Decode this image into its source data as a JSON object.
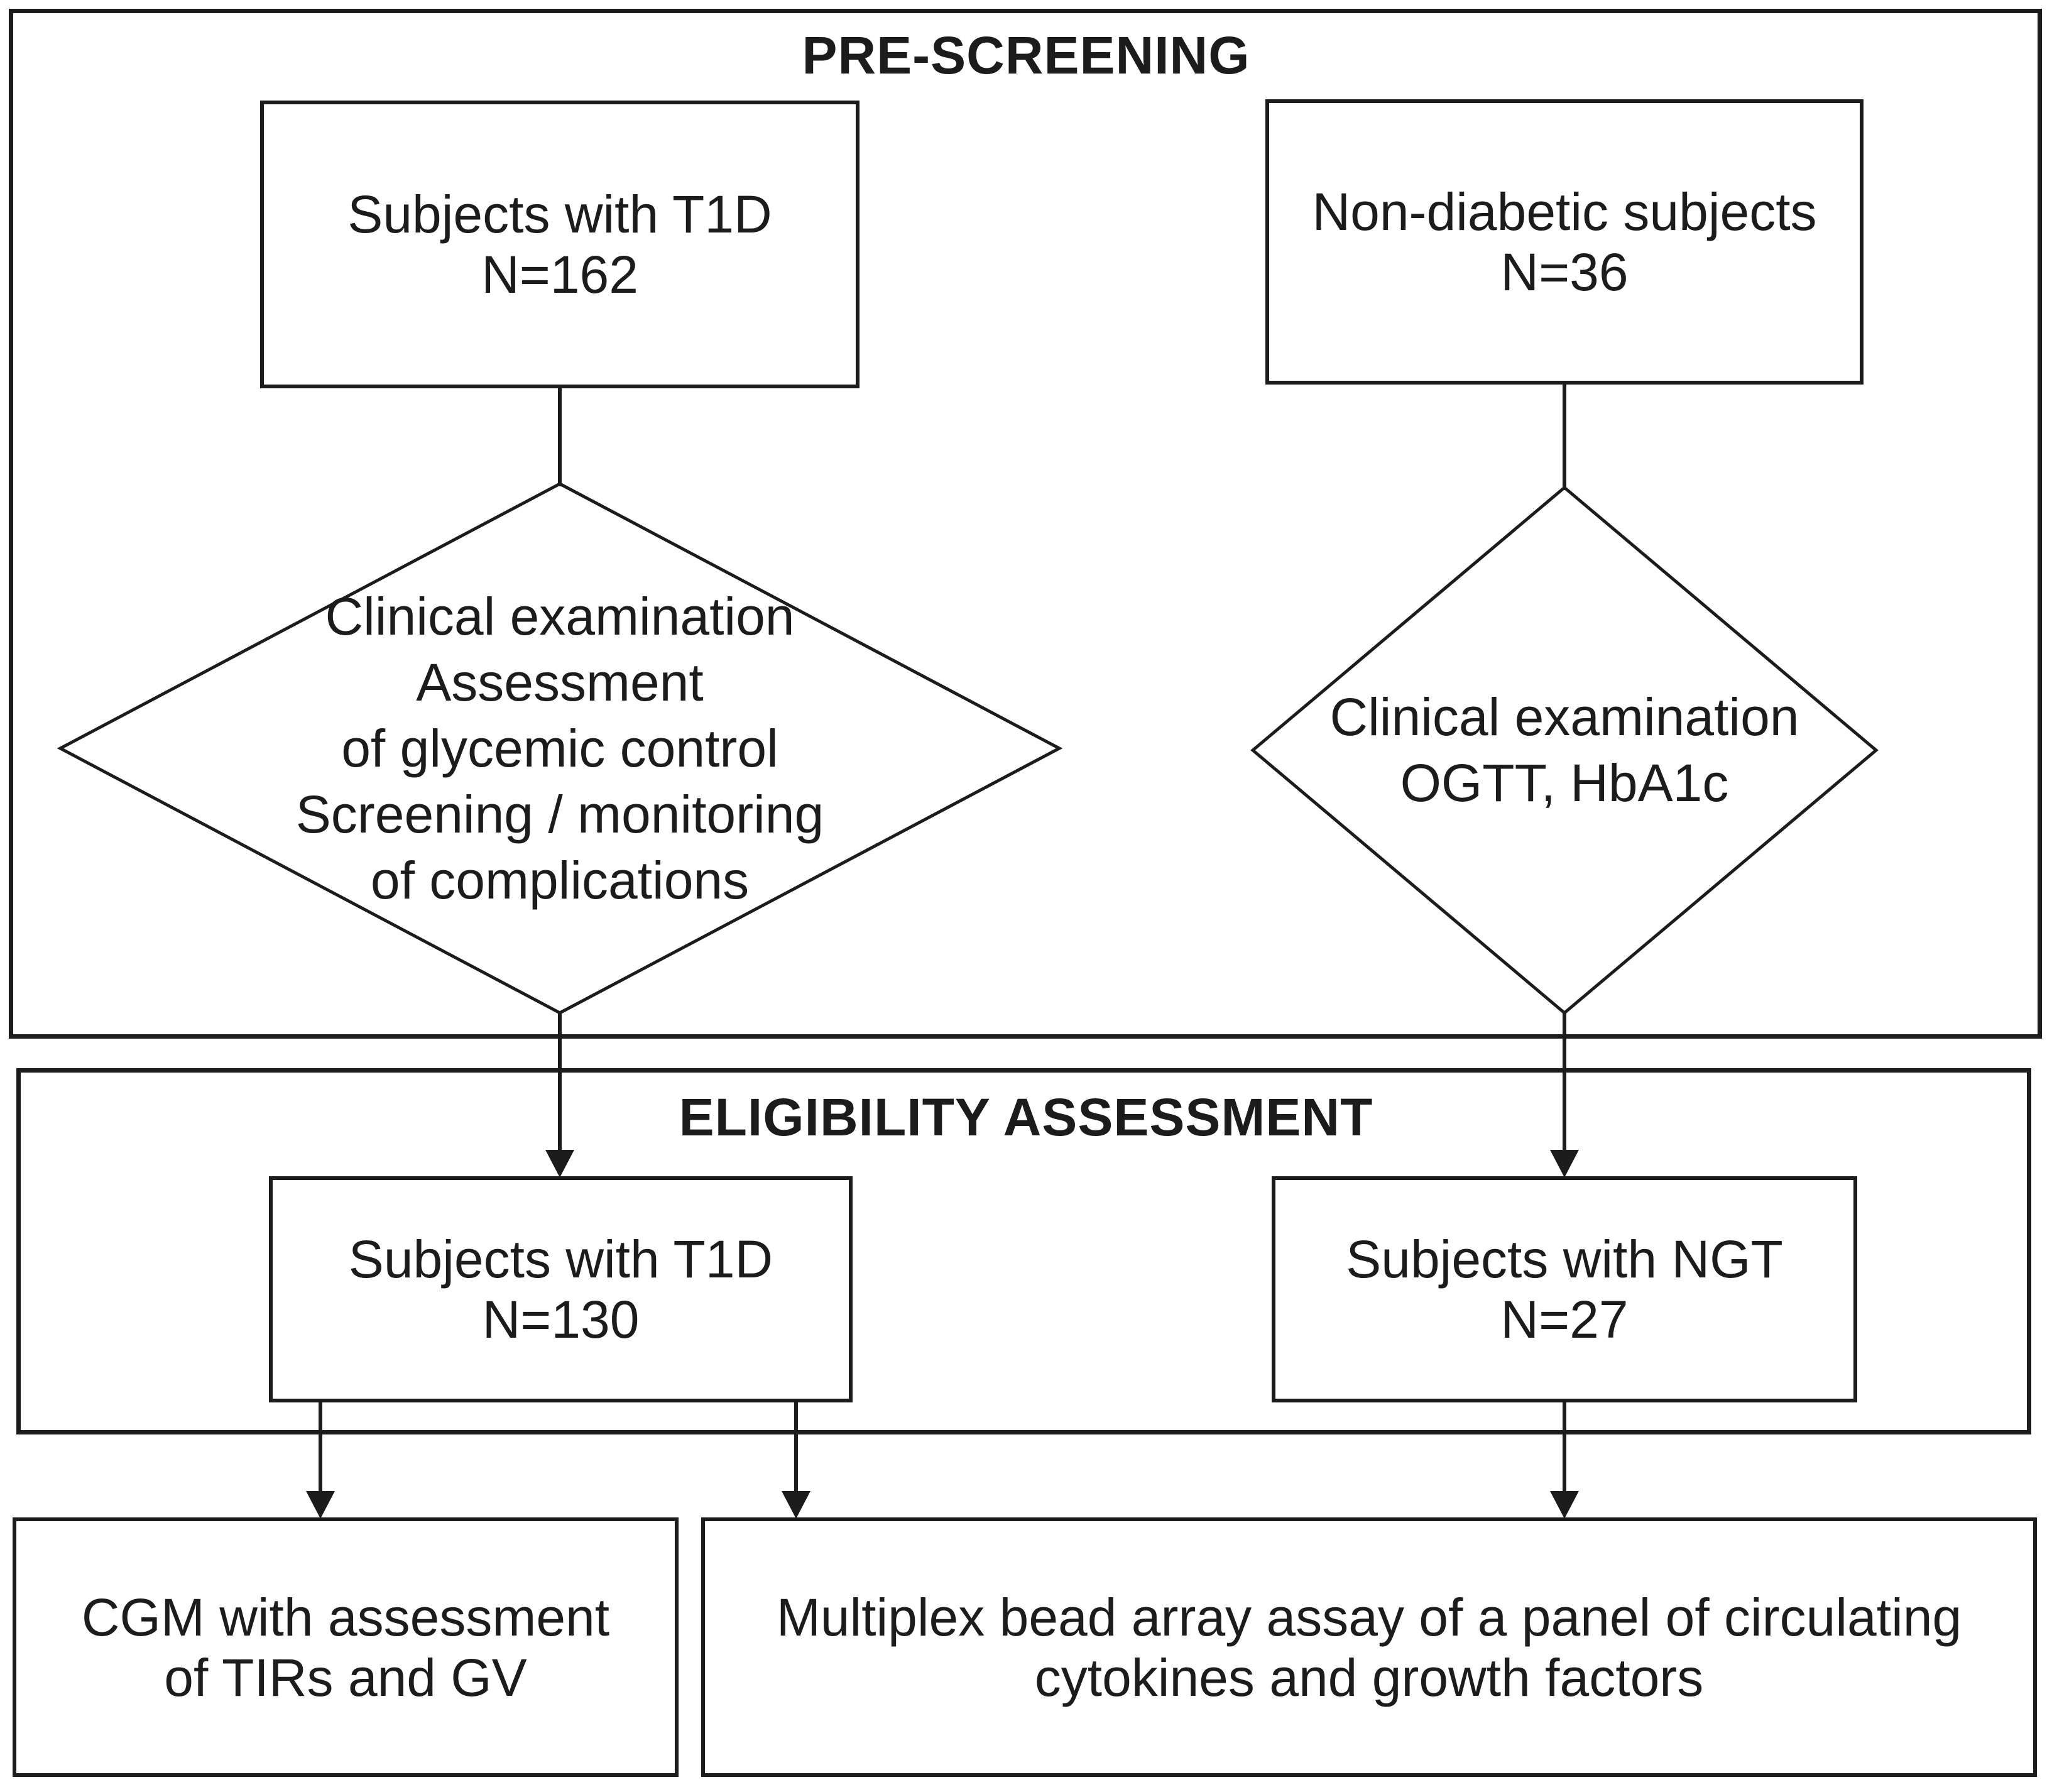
{
  "colors": {
    "line": "#1c1c1c",
    "background": "#ffffff"
  },
  "prescreening": {
    "title": "PRE-SCREENING",
    "t1d_box": {
      "line1": "Subjects with T1D",
      "line2": "N=162"
    },
    "nondiabetic_box": {
      "line1": "Non-diabetic subjects",
      "line2": "N=36"
    },
    "t1d_diamond": {
      "lines": [
        "Clinical examination",
        "Assessment",
        "of glycemic control",
        "Screening / monitoring",
        "of complications"
      ]
    },
    "control_diamond": {
      "lines": [
        "Clinical examination",
        "OGTT, HbA1c"
      ]
    }
  },
  "eligibility": {
    "title": "ELIGIBILITY ASSESSMENT",
    "t1d_box": {
      "line1": "Subjects with T1D",
      "line2": "N=130"
    },
    "ngt_box": {
      "line1": "Subjects with NGT",
      "line2": "N=27"
    }
  },
  "outcomes": {
    "cgm_box": {
      "line1": "CGM with assessment",
      "line2": "of TIRs and GV"
    },
    "multiplex_box": {
      "line1": "Multiplex bead array assay of a panel of circulating",
      "line2": "cytokines and growth factors"
    }
  }
}
